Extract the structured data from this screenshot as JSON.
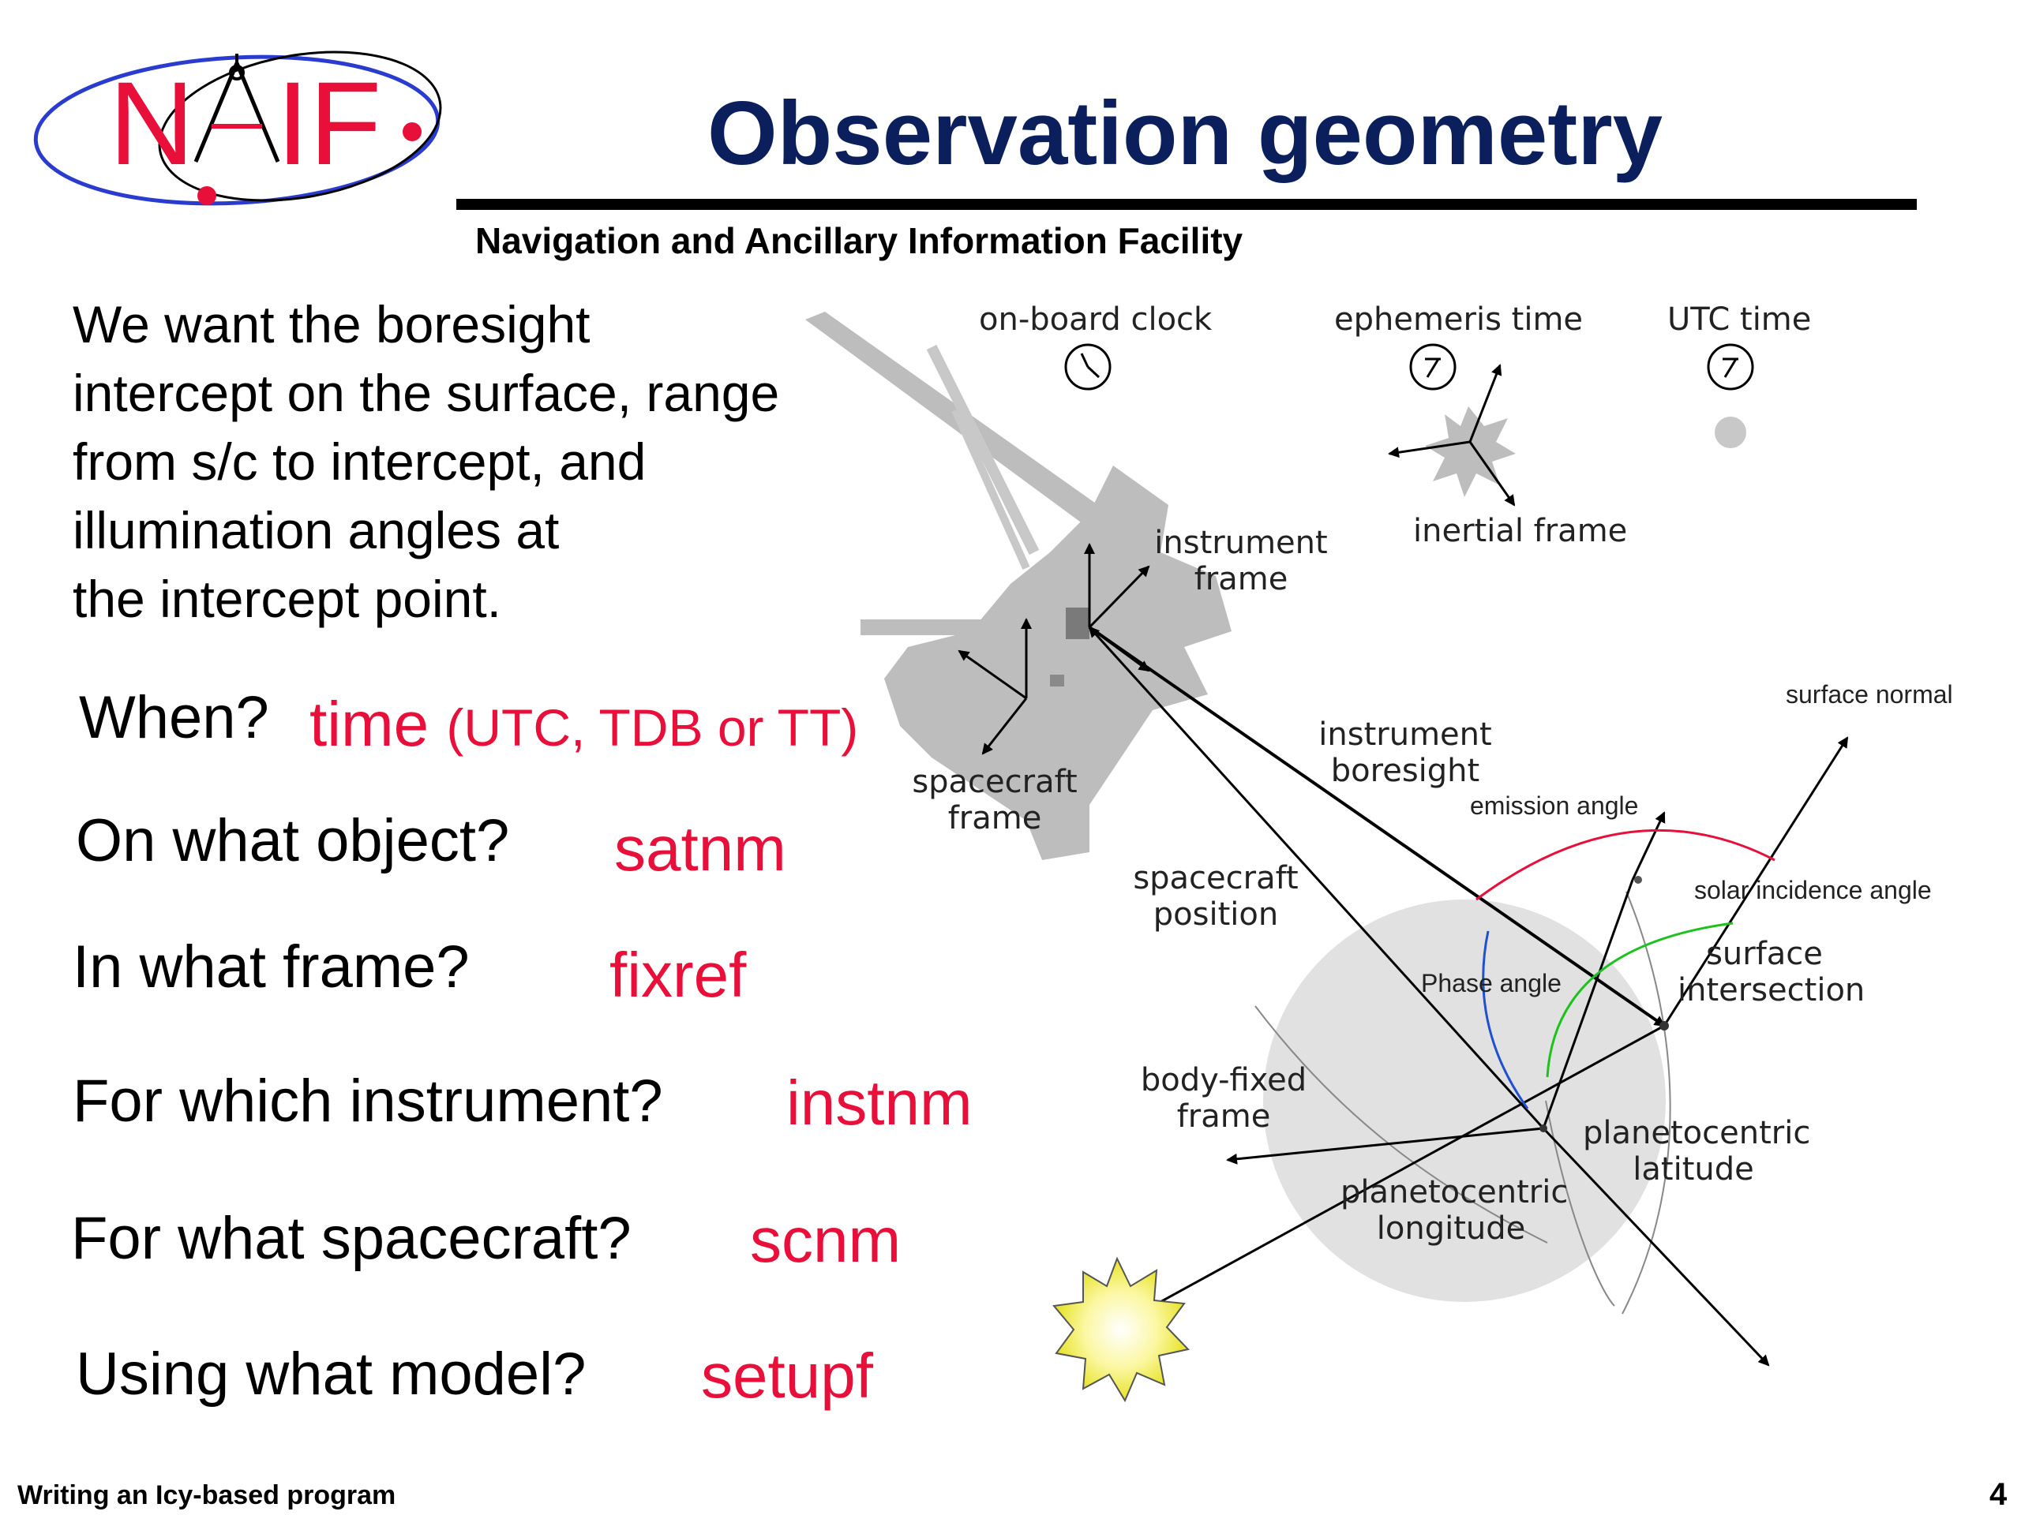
{
  "logo": {
    "text": "NAIF"
  },
  "title": "Observation geometry",
  "subtitle": "Navigation and Ancillary Information Facility",
  "intro_lines": [
    "We want the boresight",
    "intercept on the surface, range",
    "from s/c to intercept, and",
    "illumination angles at",
    "the intercept point."
  ],
  "questions": [
    {
      "q": "When?",
      "a": "time",
      "a_extra": "(UTC, TDB or TT)"
    },
    {
      "q": "On what object?",
      "a": "satnm"
    },
    {
      "q": "In what frame?",
      "a": "fixref"
    },
    {
      "q": "For which instrument?",
      "a": "instnm"
    },
    {
      "q": "For what spacecraft?",
      "a": "scnm"
    },
    {
      "q": "Using what model?",
      "a": "setupf"
    }
  ],
  "diagram_labels": {
    "onboard_clock": "on-board  clock",
    "ephemeris_time": "ephemeris time",
    "utc_time": "UTC time",
    "inertial_frame": "inertial frame",
    "instrument_frame_1": "instrument",
    "instrument_frame_2": "frame",
    "spacecraft_frame_1": "spacecraft",
    "spacecraft_frame_2": "frame",
    "instrument_boresight_1": "instrument",
    "instrument_boresight_2": "boresight",
    "surface_normal": "surface normal",
    "emission_angle": "emission angle",
    "solar_incidence_angle": "solar incidence angle",
    "spacecraft_position_1": "spacecraft",
    "spacecraft_position_2": "position",
    "phase_angle": "Phase angle",
    "surface_intersection_1": "surface",
    "surface_intersection_2": "intersection",
    "body_fixed_frame_1": "body-fixed",
    "body_fixed_frame_2": "frame",
    "planetocentric_latitude_1": "planetocentric",
    "planetocentric_latitude_2": "latitude",
    "planetocentric_longitude_1": "planetocentric",
    "planetocentric_longitude_2": "longitude"
  },
  "footer": {
    "left": "Writing an Icy-based program",
    "page": "4"
  },
  "colors": {
    "title": "#0b1f5c",
    "answer": "#e8103a",
    "logo_red": "#e8103a",
    "logo_blue": "#2a3ccf"
  }
}
